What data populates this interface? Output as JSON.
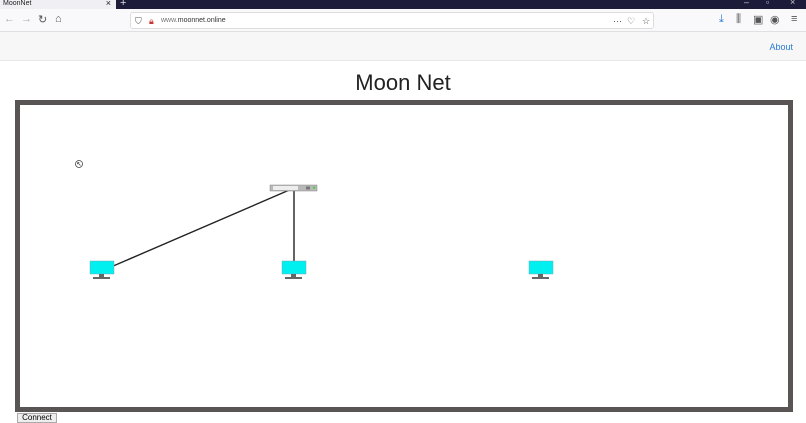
{
  "browser": {
    "tab_title": "MoonNet",
    "url_prefix": "www.",
    "url_domain": "moonnet.online"
  },
  "header": {
    "about_label": "About"
  },
  "page": {
    "title": "Moon Net"
  },
  "network": {
    "nodes": [
      {
        "type": "switch",
        "id": "switch"
      },
      {
        "type": "computer",
        "id": "pc1"
      },
      {
        "type": "computer",
        "id": "pc2"
      },
      {
        "type": "computer",
        "id": "pc3"
      }
    ],
    "links": [
      [
        "switch",
        "pc1"
      ],
      [
        "switch",
        "pc2"
      ]
    ],
    "colors": {
      "computer": "#00f0f0",
      "switch": "#b8b8b8",
      "link": "#222222",
      "border": "#5a5555"
    }
  },
  "footer": {
    "button_label": "Connect"
  }
}
